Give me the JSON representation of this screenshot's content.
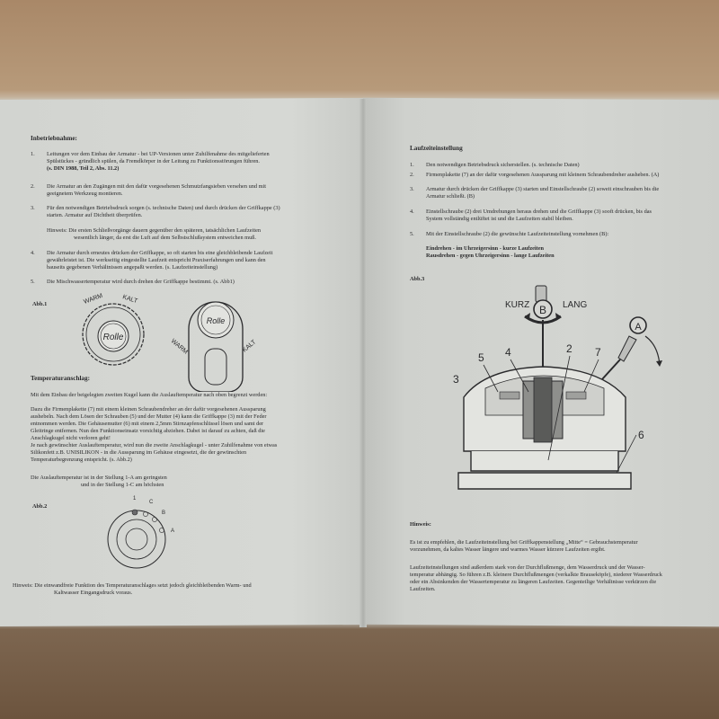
{
  "left": {
    "title": "Inbetriebnahme:",
    "steps": [
      {
        "n": "1.",
        "lines": [
          "Leitungen vor dem Einbau der Armatur - bei UP-Versionen unter Zuhilfenahme des mitgelieferten",
          "Spülstückes - gründlich spülen, da Fremdkörper in der Leitung zu Funktionsstörungen führen.",
          "(s. DIN 1988, Teil 2, Abs. 11.2)"
        ]
      },
      {
        "n": "2.",
        "lines": [
          "Die Armatur an den Zugängen mit den dafür vorgesehenen Schmutzfangsieben  versehen und mit",
          "geeignetem Werkzeug montieren."
        ]
      },
      {
        "n": "3.",
        "lines": [
          "Für den notwendigen Betriebsdruck sorgen (s. technische Daten) und durch drücken der Griffkappe (3)",
          "starten. Armatur auf Dichtheit überprüfen."
        ]
      },
      {
        "n": "4.",
        "lines": [
          "Die Armatur durch erneutes drücken der Griffkappe, so oft starten bis eine gleichbleibende Laufzeit",
          "gewährleistet ist. Die werkseitig eingestellte Laufzeit entspricht Praxiserfahrungen und kann den",
          "bauseits gegebenen Verhältnissen angepaßt werden. (s. Laufzeiteinstellung)"
        ]
      },
      {
        "n": "5.",
        "lines": [
          "Die Mischwassertemperatur wird durch drehen der Griffkappe bestimmt.  (s. Abb1)"
        ]
      }
    ],
    "hint1": [
      "Hinweis:  Die ersten Schließvorgänge dauern gegenüber den späteren, tatsächlichen Laufzeiten",
      "wesentlich länger, da erst die Luft auf dem Selbstschlußsystem entweichen muß."
    ],
    "abb1": "Abb.1",
    "abb1_labels": {
      "warm": "WARM",
      "kalt": "KALT",
      "logo": "Rolle"
    },
    "temp_title": "Temperaturanschlag:",
    "temp_intro": "Mit dem Einbau der beigelegten zweiten Kugel kann die Auslauftemperatur nach oben begrenzt werden:",
    "temp_body": [
      "Dazu die Firmenplakette (7) mit einem kleinen Schraubendreher an der dafür vorgesehenen Aussparung",
      "aushebeln. Nach dem Lösen der Schrauben (5) und der Mutter (4) kann die Griffkappe (3) mit der Feder",
      "entnommen werden. Die Gehäusemutter (6) mit einem 2,5mm Stirnzapfenschlüssel lösen und samt der",
      "Gleitringe entfernen. Nun den Funktionseinsatz vorsichtig abziehen. Dabei ist darauf zu achten, daß die",
      "Anschlagkugel nicht verloren geht!",
      "Je nach gewünschter Auslauftemperatur, wird nun die zweite Anschlagkugel - unter Zuhilfenahme von etwas",
      "Silikonfett  z.B. UNISILIKON - in die Aussparung im Gehäuse eingesetzt, die der gewünschten",
      "Temperaturbegrenzung entspricht. (s. Abb.2)"
    ],
    "stellung": [
      "Die Auslauftemperatur ist in der  Stellung 1-A am geringsten",
      "und in der Stellung 1-C am höchsten"
    ],
    "abb2": "Abb.2",
    "abb2_labels": [
      "1",
      "C",
      "B",
      "A"
    ],
    "hint2": [
      "Hinweis: Die einwandfreie Funktion des Temperaturanschlages setzt jedoch gleichbleibenden Warm- und",
      "Kaltwasser Eingangsdruck  voraus."
    ]
  },
  "right": {
    "title": "Laufzeiteinstellung",
    "steps": [
      {
        "n": "1.",
        "lines": [
          "Den notwendigen Betriebsdruck sicherstellen. (s. technische Daten)"
        ]
      },
      {
        "n": "2.",
        "lines": [
          "Firmenplakette (7) an der dafür vorgesehenen Aussparung mit kleinem Schraubendreher ausheben. (A)"
        ]
      },
      {
        "n": "3.",
        "lines": [
          "Armatur durch drücken der Griffkappe (3) starten und Einstellschraube (2) soweit einschrauben bis die",
          "Armatur schließt. (B)"
        ]
      },
      {
        "n": "4.",
        "lines": [
          "Einstellschraube (2) drei Umdrehungen heraus drehen und die Griffkappe (3)  sooft drücken, bis das",
          "System vollständig entlüftet ist und die Laufzeiten stabil bleiben."
        ]
      },
      {
        "n": "5.",
        "lines": [
          "Mit der Einstellschraube (2) die gewünschte Laufzeiteinstellung vornehmen (B):"
        ]
      }
    ],
    "eindrehen": "Eindrehen   - im Uhrzeigersinn       -    kurze Laufzeiten",
    "rausdrehen": "Rausdrehen - gegen Uhrzeigersinn   -    lange Laufzeiten",
    "abb3": "Abb.3",
    "abb3_labels": {
      "kurz": "KURZ",
      "lang": "LANG",
      "b": "B",
      "a": "A",
      "n5": "5",
      "n4": "4",
      "n2": "2",
      "n7": "7",
      "n3": "3",
      "n6": "6"
    },
    "hint_title": "Hinweis:",
    "hint_lines": [
      "Es ist zu empfehlen, die Laufzeiteinstellung bei Griffkappenstellung „Mitte“ = Gebrauchstemperatur",
      "vorzunehmen, da kaltes Wasser längere und warmes Wasser kürzere Laufzeiten ergibt."
    ],
    "hint2_lines": [
      "Laufzeiteinstellungen sind außerdem stark von der Durchflußmenge, dem Wasserdruck und der Wasser-",
      "temperatur abhängig. So führen z.B. kleinere Durchflußmengen (verkalkte Brauseköpfe), niederer Wasserdruck",
      "oder ein Absinkenden der Wassertemperatur zu längeren Laufzeiten. Gegenteilige Verhältnisse verkürzen die",
      "Laufzeiten."
    ]
  }
}
